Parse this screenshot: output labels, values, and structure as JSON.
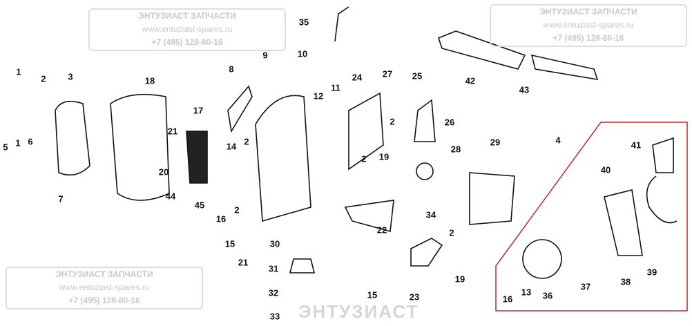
{
  "watermark": {
    "company": "ЭНТУЗИАСТ ЗАПЧАСТИ",
    "site": "www.entuziast-spares.ru",
    "phone": "+7 (495) 128-80-16",
    "big": "ЭНТУЗИАСТ"
  },
  "part_labels": [
    "35",
    "9",
    "10",
    "42",
    "43",
    "1",
    "2",
    "3",
    "18",
    "8",
    "12",
    "11",
    "24",
    "27",
    "25",
    "2",
    "26",
    "2",
    "19",
    "17",
    "21",
    "20",
    "44",
    "45",
    "14",
    "2",
    "5",
    "1",
    "6",
    "7",
    "16",
    "2",
    "15",
    "21",
    "30",
    "31",
    "32",
    "33",
    "22",
    "34",
    "28",
    "29",
    "4",
    "41",
    "40",
    "2",
    "19",
    "23",
    "15",
    "16",
    "13",
    "36",
    "37",
    "38",
    "39"
  ],
  "colors": {
    "highlight_box": "#c0282d",
    "line": "#111111"
  }
}
